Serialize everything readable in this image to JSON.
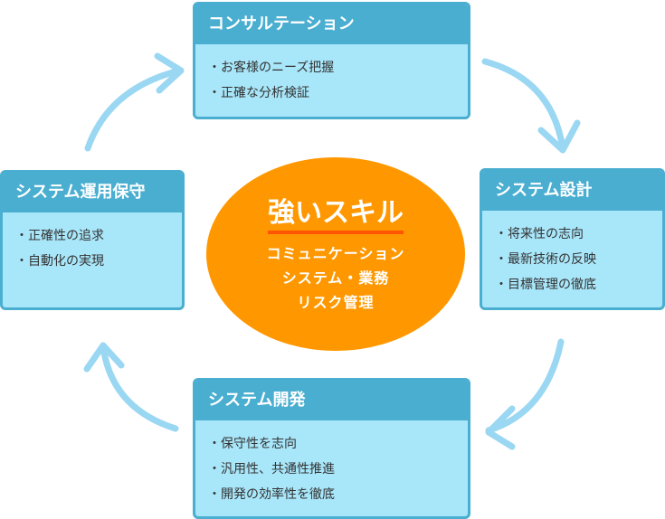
{
  "colors": {
    "card_header": "#4aaed0",
    "card_body": "#a8e6f9",
    "arrow": "#9ad7f2",
    "center": "#ff9800",
    "center_underline": "#ff5500"
  },
  "center": {
    "title": "強いスキル",
    "lines": [
      "コミュニケーション",
      "システム・業務",
      "リスク管理"
    ]
  },
  "phases": {
    "consulting": {
      "title": "コンサルテーション",
      "items": [
        "お客様のニーズ把握",
        "正確な分析検証"
      ]
    },
    "design": {
      "title": "システム設計",
      "items": [
        "将来性の志向",
        "最新技術の反映",
        "目標管理の徹底"
      ]
    },
    "development": {
      "title": "システム開発",
      "items": [
        "保守性を志向",
        "汎用性、共通性推進",
        "開発の効率性を徹底"
      ]
    },
    "operation": {
      "title": "システム運用保守",
      "items": [
        "正確性の追求",
        "自動化の実現"
      ]
    }
  },
  "arrows": [
    "arrow-right-icon",
    "arrow-down-icon",
    "arrow-left-icon",
    "arrow-up-icon"
  ]
}
